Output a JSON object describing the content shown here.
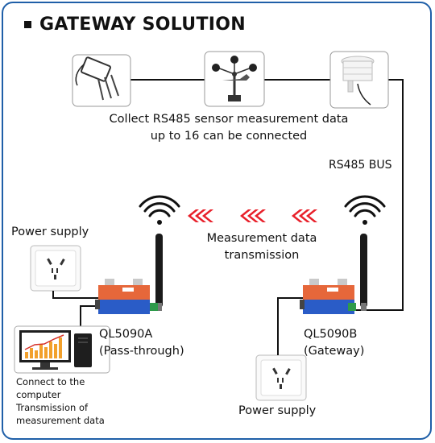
{
  "title": "GATEWAY SOLUTION",
  "sensor_caption": {
    "line1": "Collect RS485 sensor measurement data",
    "line2": "up to 16 can be connected"
  },
  "bus_label": "RS485 BUS",
  "transmission_label": {
    "line1": "Measurement data",
    "line2": "transmission"
  },
  "left_device": {
    "power_label": "Power supply",
    "model": "QL5090A",
    "mode": "(Pass-through)",
    "computer_caption": [
      "Connect to the",
      "computer",
      "Transmission of",
      "measurement data"
    ]
  },
  "right_device": {
    "power_label": "Power supply",
    "model": "QL5090B",
    "mode": "(Gateway)"
  },
  "colors": {
    "frame": "#1f5fa8",
    "arrow": "#e8202a",
    "device_orange": "#e6673a",
    "device_blue": "#2a5cc7"
  },
  "icons": [
    "soil-sensor-icon",
    "anemometer-icon",
    "weather-shelter-icon",
    "wifi-signal-icon",
    "power-socket-icon",
    "computer-icon",
    "gateway-device-icon"
  ]
}
